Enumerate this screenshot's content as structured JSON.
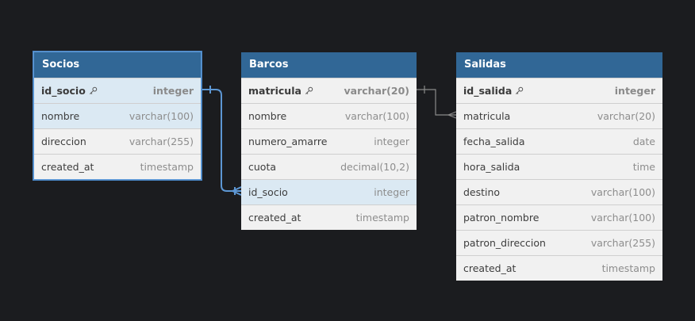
{
  "tables": [
    {
      "name": "Socios",
      "fields": [
        {
          "name": "id_socio",
          "type": "integer",
          "pk": true
        },
        {
          "name": "nombre",
          "type": "varchar(100)"
        },
        {
          "name": "direccion",
          "type": "varchar(255)"
        },
        {
          "name": "created_at",
          "type": "timestamp"
        }
      ]
    },
    {
      "name": "Barcos",
      "fields": [
        {
          "name": "matricula",
          "type": "varchar(20)",
          "pk": true
        },
        {
          "name": "nombre",
          "type": "varchar(100)"
        },
        {
          "name": "numero_amarre",
          "type": "integer"
        },
        {
          "name": "cuota",
          "type": "decimal(10,2)"
        },
        {
          "name": "id_socio",
          "type": "integer"
        },
        {
          "name": "created_at",
          "type": "timestamp"
        }
      ]
    },
    {
      "name": "Salidas",
      "fields": [
        {
          "name": "id_salida",
          "type": "integer",
          "pk": true
        },
        {
          "name": "matricula",
          "type": "varchar(20)"
        },
        {
          "name": "fecha_salida",
          "type": "date"
        },
        {
          "name": "hora_salida",
          "type": "time"
        },
        {
          "name": "destino",
          "type": "varchar(100)"
        },
        {
          "name": "patron_nombre",
          "type": "varchar(100)"
        },
        {
          "name": "patron_direccion",
          "type": "varchar(255)"
        },
        {
          "name": "created_at",
          "type": "timestamp"
        }
      ]
    }
  ],
  "colors": {
    "background": "#1b1c1f",
    "header": "#316796",
    "selection": "#5d97d4",
    "relation_default": "#8a8a8a"
  },
  "relations": [
    {
      "from": "Socios.id_socio",
      "to": "Barcos.id_socio",
      "cardinality": "one-to-many",
      "selected": true
    },
    {
      "from": "Barcos.matricula",
      "to": "Salidas.matricula",
      "cardinality": "one-to-many",
      "selected": false
    }
  ]
}
